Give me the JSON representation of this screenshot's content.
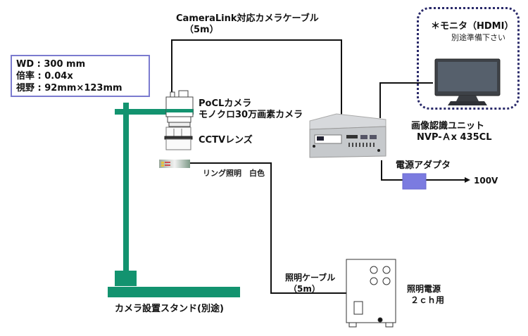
{
  "spec_box": {
    "lines": [
      "WD : 300  mm",
      "倍率 : 0.04x",
      "視野 : 92mm×123mm"
    ]
  },
  "camera_cable": {
    "line1": "CameraLink対応カメラケーブル",
    "line2": "（5m）"
  },
  "monitor": {
    "title": "＊モニタ（HDMI）",
    "note": "別途準備下さい"
  },
  "camera": {
    "line1": "PoCLカメラ",
    "line2": "モノクロ30万画素カメラ"
  },
  "lens": {
    "label": "CCTVレンズ"
  },
  "ring_light": {
    "label": "リング照明　白色"
  },
  "processor": {
    "line1": "画像認識ユニット",
    "line2": "NVP-Ａx 435CL"
  },
  "power_adapter": {
    "label": "電源アダプタ",
    "output": "100V"
  },
  "light_cable": {
    "line1": "照明ケーブル",
    "line2": "（5m）"
  },
  "light_power": {
    "line1": "照明電源",
    "line2": "２ｃｈ用"
  },
  "stand": {
    "label": "カメラ設置スタンド(別途)"
  },
  "colors": {
    "stand_green": "#13936f",
    "box_border": "#7b7bcf",
    "adapter": "#7b7be0",
    "monitor_border": "#2a2a6a"
  }
}
